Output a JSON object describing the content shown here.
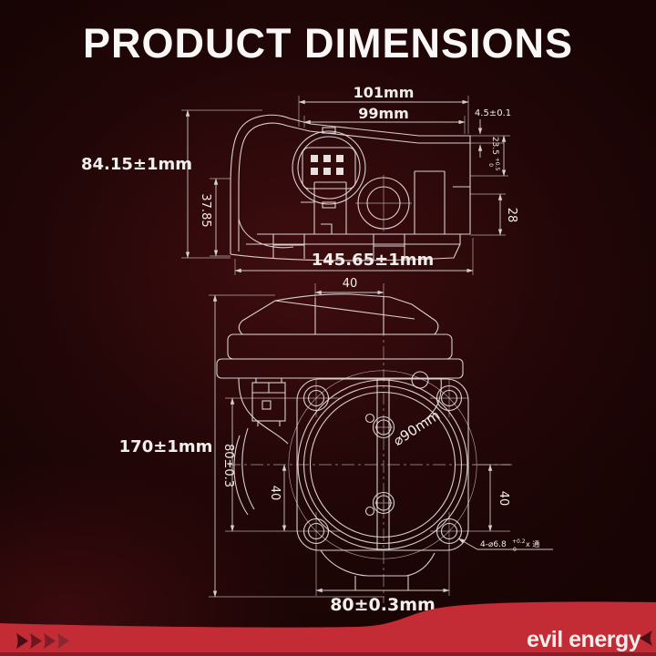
{
  "title": "PRODUCT DIMENSIONS",
  "colors": {
    "background": "#1c0506",
    "line": "#e6e1de",
    "text": "#f2eeec",
    "ribbon_red": "#c32b35",
    "ribbon_shadow": "#7e141f",
    "arrow_shades": [
      "#470c15",
      "#6e1520",
      "#7f1d28",
      "#8b2730"
    ],
    "logo_arrow": "#471019"
  },
  "drawing": {
    "side_view": {
      "width_outer": "101mm",
      "width_inner": "99mm",
      "step_depth": "4.5±0.1",
      "collar": {
        "value": "23.5",
        "sup": "+0.5",
        "sub": "0"
      },
      "boss_height": "28",
      "overall_height": "84.15±1mm",
      "lower_height": "37.85",
      "overall_width": "145.65±1mm"
    },
    "front_view": {
      "cover_width": "40",
      "overall_height": "170±1mm",
      "bolt_spacing_vertical": "80±0.3",
      "half_spacing_left": "40",
      "bore_diameter": "⌀90mm",
      "half_spacing_right": "40",
      "mount_holes": {
        "value": "4-⌀6.8",
        "sup": "+0.2",
        "sub": "0",
        "suffix": "x 通"
      },
      "bolt_spacing_horizontal": "80±0.3mm"
    }
  },
  "brand": {
    "logo_text": "evil energy"
  }
}
